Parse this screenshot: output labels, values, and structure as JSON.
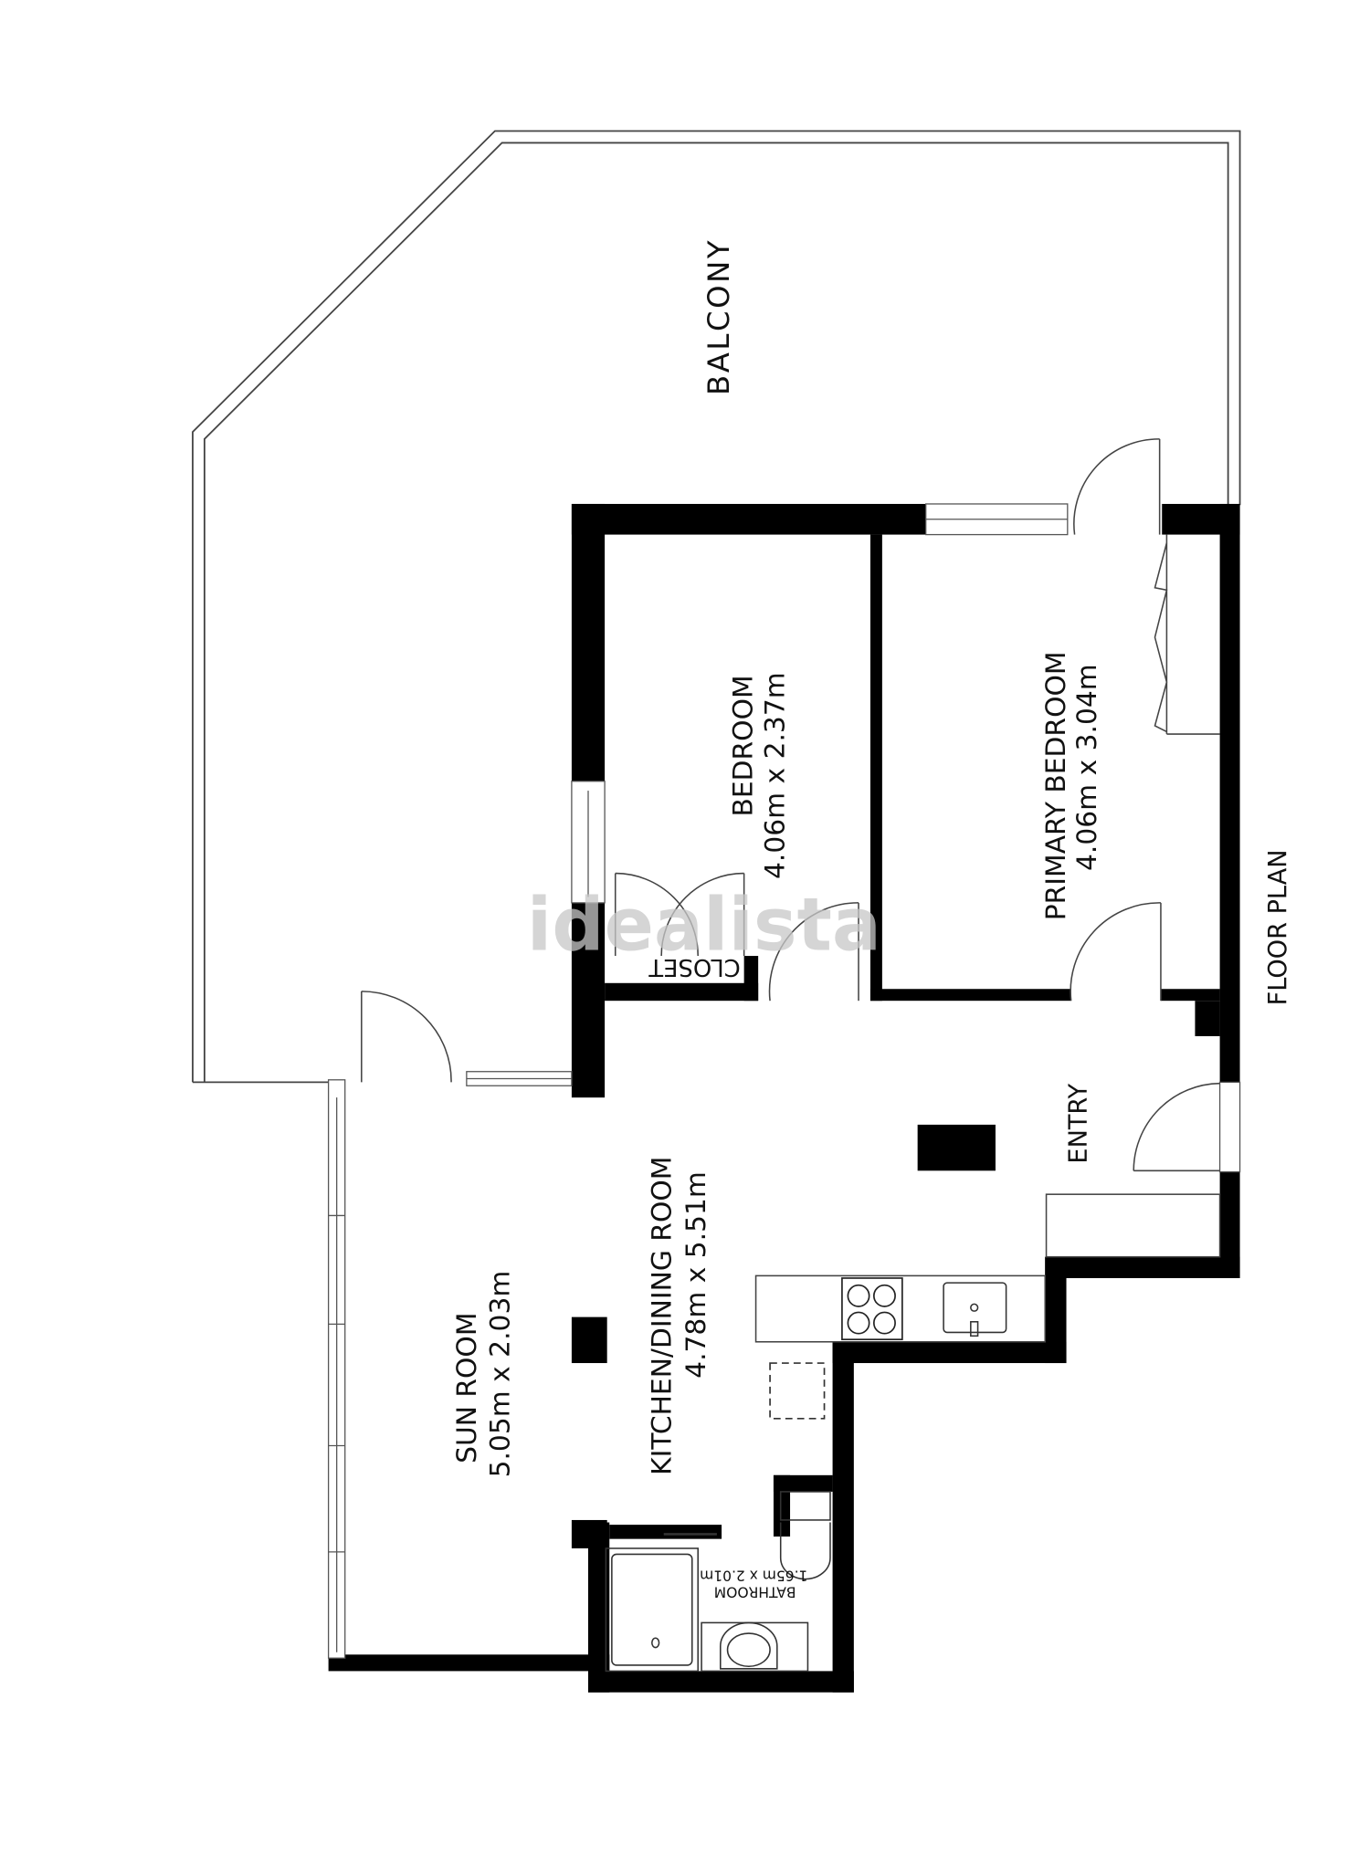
{
  "title": "FLOOR PLAN",
  "watermark": "idealista",
  "rooms": {
    "balcony": {
      "name": "BALCONY"
    },
    "bedroom": {
      "name": "BEDROOM",
      "size": "4.06m x 2.37m"
    },
    "primary_bedroom": {
      "name": "PRIMARY BEDROOM",
      "size": "4.06m x 3.04m"
    },
    "closet": {
      "name": "CLOSET"
    },
    "entry": {
      "name": "ENTRY"
    },
    "kitchen_dining": {
      "name": "KITCHEN/DINING ROOM",
      "size": "4.78m x 5.51m"
    },
    "sun_room": {
      "name": "SUN ROOM",
      "size": "5.05m x 2.03m"
    },
    "bathroom": {
      "name": "BATHROOM",
      "size": "1.65m x 2.01m"
    }
  },
  "colors": {
    "wall": "#000000",
    "line": "#333333",
    "background": "#ffffff"
  }
}
